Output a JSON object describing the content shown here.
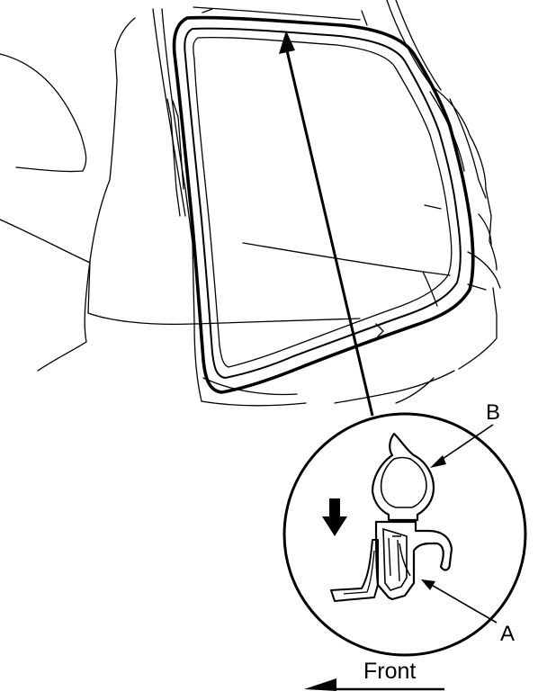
{
  "labels": {
    "callout_a": "A",
    "callout_b": "B",
    "direction": "Front"
  },
  "colors": {
    "line": "#000000",
    "background": "#ffffff"
  },
  "icons": {
    "install_direction": "arrow-down-icon",
    "front_direction": "arrow-left-icon"
  }
}
